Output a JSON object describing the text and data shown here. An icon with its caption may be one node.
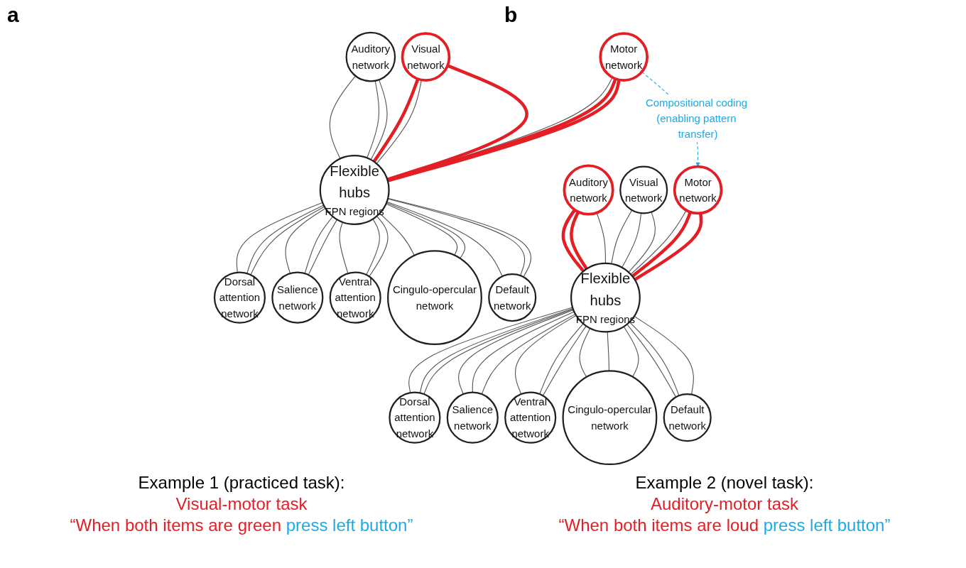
{
  "diagram": {
    "nodes": [
      {
        "text": [
          "Auditory network"
        ]
      },
      {
        "text": [
          "Visual network"
        ]
      },
      {
        "text": [
          "Motor network"
        ]
      },
      {
        "text": [
          "Flexible hubs",
          "FPN regions"
        ]
      },
      {
        "text": [
          "Dorsal attention network"
        ]
      },
      {
        "text": [
          "Salience network"
        ]
      },
      {
        "text": [
          "Ventral attention network"
        ]
      },
      {
        "text": [
          "Cingulo-opercular network"
        ]
      },
      {
        "text": [
          "Default network"
        ]
      },
      {
        "text": [
          "Auditory network"
        ]
      },
      {
        "text": [
          "Visual network"
        ]
      },
      {
        "text": [
          "Motor network"
        ]
      },
      {
        "text": [
          "Flexible hubs",
          "FPN regions"
        ]
      },
      {
        "text": [
          "Dorsal attention network"
        ]
      },
      {
        "text": [
          "Salience network"
        ]
      },
      {
        "text": [
          "Ventral attention network"
        ]
      },
      {
        "text": [
          "Cingulo-opercular network"
        ]
      },
      {
        "text": [
          "Default network"
        ]
      }
    ],
    "edges": [
      {
        "from": 0,
        "to": 3,
        "arrow": "none"
      },
      {
        "from": 0,
        "to": 3,
        "arrow": "none"
      },
      {
        "from": 0,
        "to": 3,
        "arrow": "none"
      },
      {
        "from": 1,
        "to": 3,
        "arrow": "none",
        "style": "thick",
        "color": "#e31e24"
      },
      {
        "from": 1,
        "to": 3,
        "arrow": "none"
      },
      {
        "from": 1,
        "to": 3,
        "arrow": "none",
        "style": "thick",
        "color": "#e31e24"
      },
      {
        "from": 2,
        "to": 3,
        "arrow": "none"
      },
      {
        "from": 2,
        "to": 3,
        "arrow": "none",
        "style": "thick",
        "color": "#e31e24"
      },
      {
        "from": 2,
        "to": 3,
        "arrow": "none",
        "style": "thick",
        "color": "#e31e24"
      },
      {
        "from": 3,
        "to": 4,
        "arrow": "none"
      },
      {
        "from": 3,
        "to": 4,
        "arrow": "none"
      },
      {
        "from": 3,
        "to": 4,
        "arrow": "none"
      },
      {
        "from": 3,
        "to": 5,
        "arrow": "none"
      },
      {
        "from": 3,
        "to": 5,
        "arrow": "none"
      },
      {
        "from": 3,
        "to": 5,
        "arrow": "none"
      },
      {
        "from": 3,
        "to": 6,
        "arrow": "none"
      },
      {
        "from": 3,
        "to": 6,
        "arrow": "none"
      },
      {
        "from": 3,
        "to": 6,
        "arrow": "none"
      },
      {
        "from": 3,
        "to": 7,
        "arrow": "none"
      },
      {
        "from": 3,
        "to": 7,
        "arrow": "none"
      },
      {
        "from": 3,
        "to": 7,
        "arrow": "none"
      },
      {
        "from": 3,
        "to": 8,
        "arrow": "none"
      },
      {
        "from": 3,
        "to": 8,
        "arrow": "none"
      },
      {
        "from": 3,
        "to": 8,
        "arrow": "none"
      },
      {
        "from": 9,
        "to": 12,
        "arrow": "none",
        "style": "thick",
        "color": "#e31e24"
      },
      {
        "from": 9,
        "to": 12,
        "arrow": "none",
        "style": "thick",
        "color": "#e31e24"
      },
      {
        "from": 9,
        "to": 12,
        "arrow": "none"
      },
      {
        "from": 10,
        "to": 12,
        "arrow": "none"
      },
      {
        "from": 10,
        "to": 12,
        "arrow": "none"
      },
      {
        "from": 10,
        "to": 12,
        "arrow": "none"
      },
      {
        "from": 11,
        "to": 12,
        "arrow": "none"
      },
      {
        "from": 11,
        "to": 12,
        "arrow": "none",
        "style": "thick",
        "color": "#e31e24"
      },
      {
        "from": 11,
        "to": 12,
        "arrow": "none",
        "style": "thick",
        "color": "#e31e24"
      },
      {
        "from": 12,
        "to": 13,
        "arrow": "none"
      },
      {
        "from": 12,
        "to": 13,
        "arrow": "none"
      },
      {
        "from": 12,
        "to": 13,
        "arrow": "none"
      },
      {
        "from": 12,
        "to": 14,
        "arrow": "none"
      },
      {
        "from": 12,
        "to": 14,
        "arrow": "none"
      },
      {
        "from": 12,
        "to": 14,
        "arrow": "none"
      },
      {
        "from": 12,
        "to": 15,
        "arrow": "none"
      },
      {
        "from": 12,
        "to": 15,
        "arrow": "none"
      },
      {
        "from": 12,
        "to": 15,
        "arrow": "none"
      },
      {
        "from": 12,
        "to": 16,
        "arrow": "none"
      },
      {
        "from": 12,
        "to": 16,
        "arrow": "none"
      },
      {
        "from": 12,
        "to": 16,
        "arrow": "none"
      },
      {
        "from": 12,
        "to": 17,
        "arrow": "none"
      },
      {
        "from": 12,
        "to": 17,
        "arrow": "none"
      },
      {
        "from": 12,
        "to": 17,
        "arrow": "none"
      },
      {
        "from": 2,
        "to": 11,
        "arrow": "to",
        "style": "dashed",
        "color": "#1eaae7",
        "label": "Compositional coding (enabling pattern transfer)"
      }
    ],
    "labels": [
      "a",
      "b",
      "Example 1 (practiced task):",
      "Visual-motor task",
      "“When both items are green",
      "press left button”",
      "Example 2 (novel task):",
      "Auditory-motor task",
      "“When both items are loud",
      "press left button”"
    ]
  }
}
